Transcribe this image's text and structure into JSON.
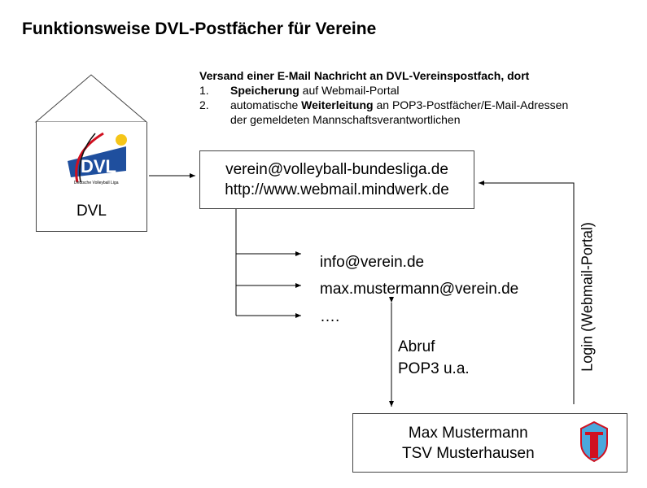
{
  "title": "Funktionsweise DVL-Postfächer für Vereine",
  "description": {
    "heading": "Versand einer E-Mail Nachricht an DVL-Vereinspostfach, dort",
    "steps": [
      {
        "num": "1.",
        "bold": "Speicherung",
        "rest": " auf Webmail-Portal"
      },
      {
        "num": "2.",
        "pre": "automatische ",
        "bold": "Weiterleitung",
        "rest": " an POP3-Postfächer/E-Mail-Adressen",
        "line2": "der gemeldeten Mannschaftsverantwortlichen"
      }
    ]
  },
  "dvl": {
    "label": "DVL",
    "logo_text": "DVL",
    "logo_subtext": "Deutsche Volleyball Liga"
  },
  "mailbox": {
    "email": "verein@volleyball-bundesliga.de",
    "url": "http://www.webmail.mindwerk.de"
  },
  "recipients": [
    "info@verein.de",
    "max.mustermann@verein.de",
    "…."
  ],
  "retrieval": {
    "line1": "Abruf",
    "line2": "POP3 u.a."
  },
  "login": "Login (Webmail-Portal)",
  "user": {
    "name": "Max Mustermann",
    "club": "TSV Musterhausen"
  }
}
